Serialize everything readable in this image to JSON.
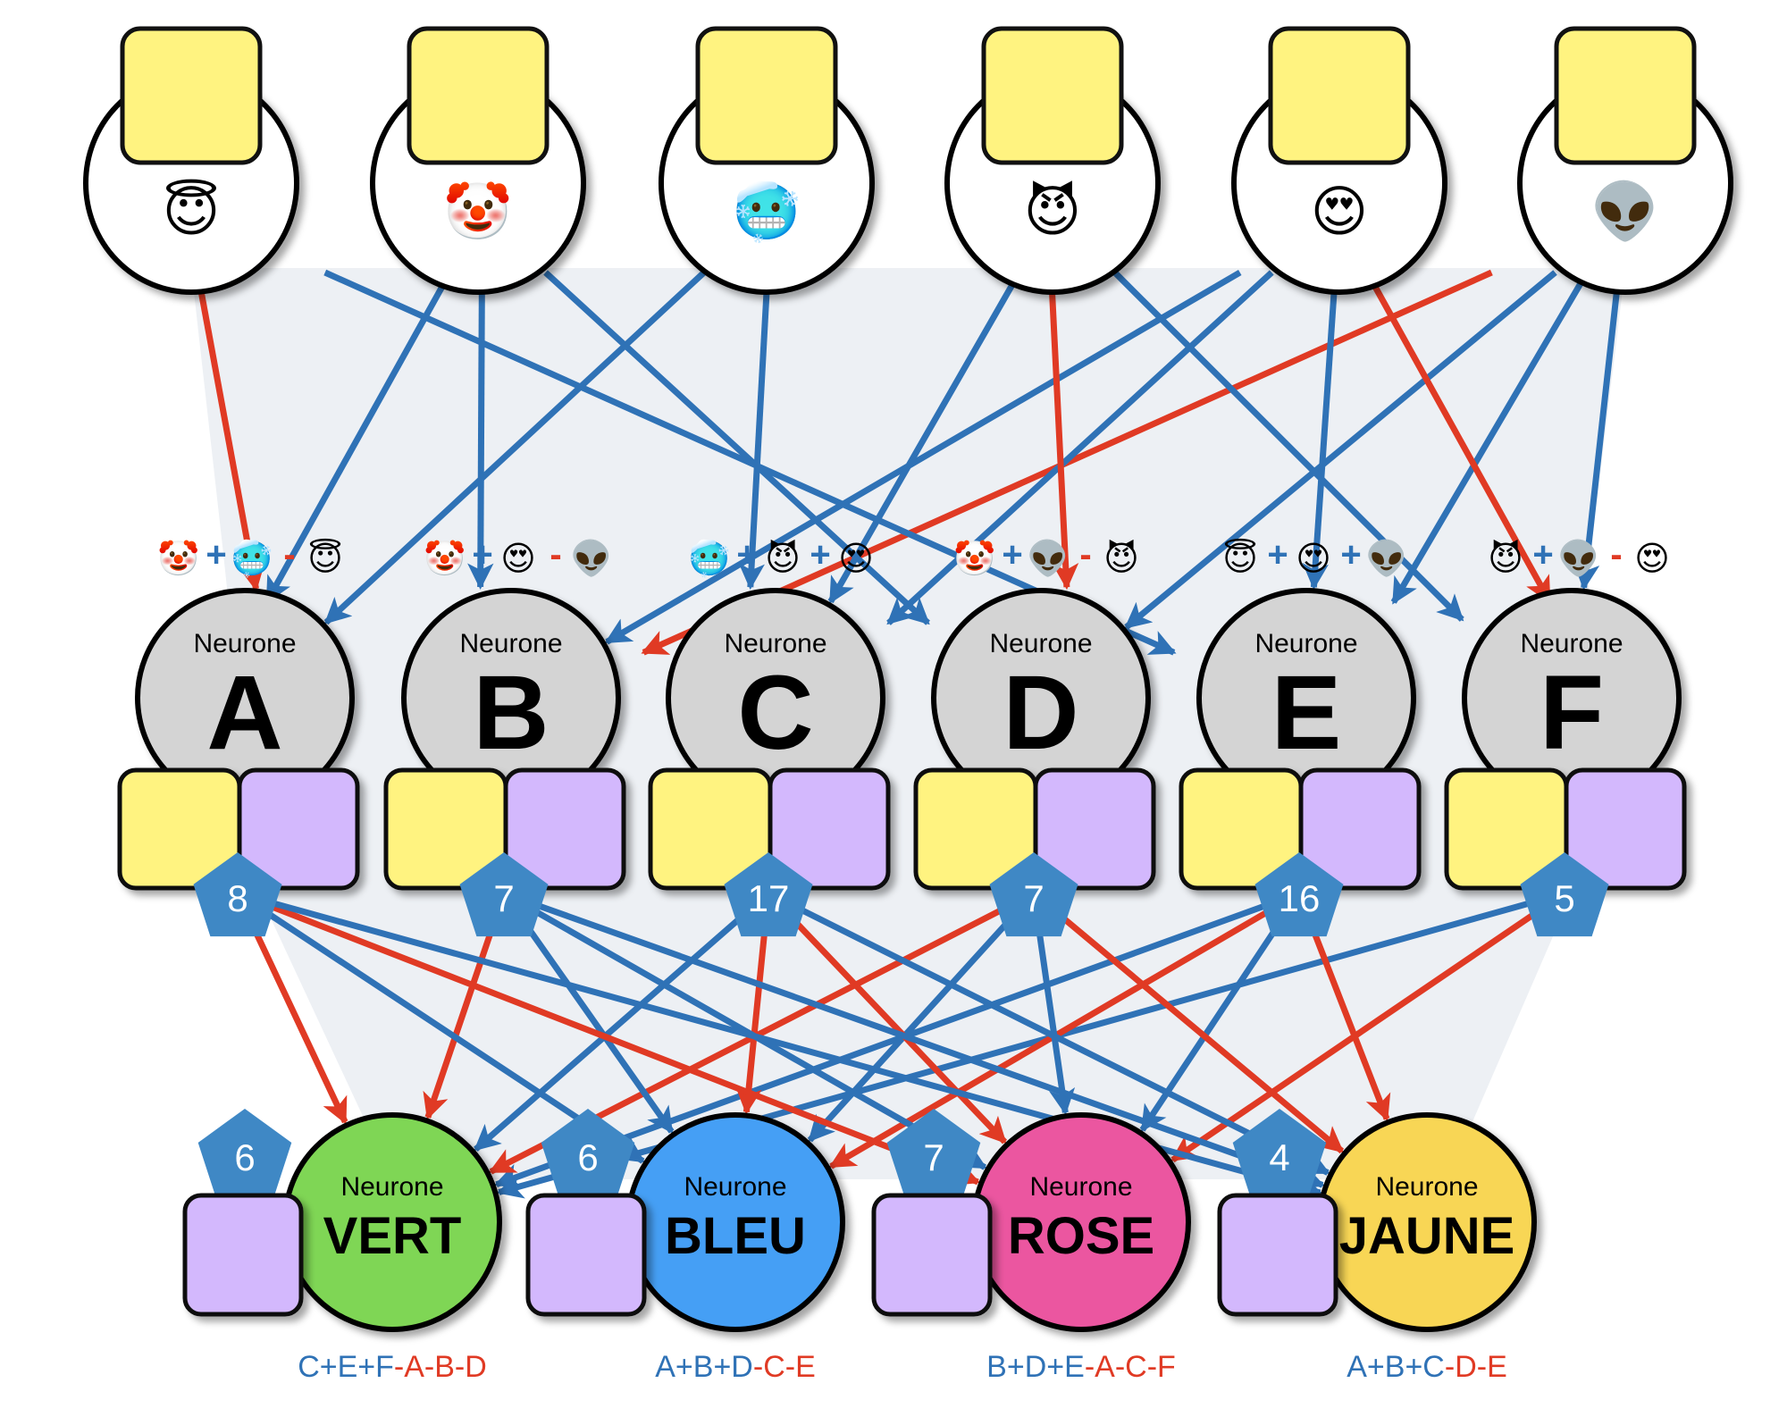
{
  "colors": {
    "positive": "#2f72b6",
    "negative": "#e03a24",
    "background_region": "#edf0f4",
    "pentagon": "#3f88c5",
    "card_yellow": "#fff380",
    "card_purple": "#d3b8fd",
    "hidden_neuron": "#d4d4d4",
    "input_neuron": "#ffffff"
  },
  "inputs": [
    {
      "id": "angel",
      "emoji": "😇",
      "icon": "smiling-face-with-halo-icon"
    },
    {
      "id": "clown",
      "emoji": "🤡",
      "icon": "clown-face-icon"
    },
    {
      "id": "cold",
      "emoji": "🥶",
      "icon": "cold-face-icon"
    },
    {
      "id": "devil",
      "emoji": "😈",
      "icon": "smiling-devil-icon"
    },
    {
      "id": "heart",
      "emoji": "😍",
      "icon": "heart-eyes-icon"
    },
    {
      "id": "alien",
      "emoji": "👽",
      "icon": "alien-icon"
    }
  ],
  "hidden": [
    {
      "id": "A",
      "caption": "Neurone",
      "letter": "A",
      "count": "8",
      "formula": [
        {
          "sign": "",
          "input": "clown"
        },
        {
          "sign": "+",
          "input": "cold"
        },
        {
          "sign": "-",
          "input": "angel"
        }
      ]
    },
    {
      "id": "B",
      "caption": "Neurone",
      "letter": "B",
      "count": "7",
      "formula": [
        {
          "sign": "",
          "input": "clown"
        },
        {
          "sign": "+",
          "input": "heart"
        },
        {
          "sign": "-",
          "input": "alien"
        }
      ]
    },
    {
      "id": "C",
      "caption": "Neurone",
      "letter": "C",
      "count": "17",
      "formula": [
        {
          "sign": "",
          "input": "cold"
        },
        {
          "sign": "+",
          "input": "devil"
        },
        {
          "sign": "+",
          "input": "heart"
        }
      ]
    },
    {
      "id": "D",
      "caption": "Neurone",
      "letter": "D",
      "count": "7",
      "formula": [
        {
          "sign": "",
          "input": "clown"
        },
        {
          "sign": "+",
          "input": "alien"
        },
        {
          "sign": "-",
          "input": "devil"
        }
      ]
    },
    {
      "id": "E",
      "caption": "Neurone",
      "letter": "E",
      "count": "16",
      "formula": [
        {
          "sign": "",
          "input": "angel"
        },
        {
          "sign": "+",
          "input": "heart"
        },
        {
          "sign": "+",
          "input": "alien"
        }
      ]
    },
    {
      "id": "F",
      "caption": "Neurone",
      "letter": "F",
      "count": "5",
      "formula": [
        {
          "sign": "",
          "input": "devil"
        },
        {
          "sign": "+",
          "input": "alien"
        },
        {
          "sign": "-",
          "input": "heart"
        }
      ]
    }
  ],
  "outputs": [
    {
      "id": "vert",
      "caption": "Neurone",
      "label": "VERT",
      "color": "#7fd655",
      "count": "6",
      "formula": [
        {
          "sign": "",
          "term": "C"
        },
        {
          "sign": "+",
          "term": "E"
        },
        {
          "sign": "+",
          "term": "F"
        },
        {
          "sign": "-",
          "term": "A"
        },
        {
          "sign": "-",
          "term": "B"
        },
        {
          "sign": "-",
          "term": "D"
        }
      ]
    },
    {
      "id": "bleu",
      "caption": "Neurone",
      "label": "BLEU",
      "color": "#459ff5",
      "count": "6",
      "formula": [
        {
          "sign": "",
          "term": "A"
        },
        {
          "sign": "+",
          "term": "B"
        },
        {
          "sign": "+",
          "term": "D"
        },
        {
          "sign": "-",
          "term": "C"
        },
        {
          "sign": "-",
          "term": "E"
        }
      ]
    },
    {
      "id": "rose",
      "caption": "Neurone",
      "label": "ROSE",
      "color": "#eb56a0",
      "count": "7",
      "formula": [
        {
          "sign": "",
          "term": "B"
        },
        {
          "sign": "+",
          "term": "D"
        },
        {
          "sign": "+",
          "term": "E"
        },
        {
          "sign": "-",
          "term": "A"
        },
        {
          "sign": "-",
          "term": "C"
        },
        {
          "sign": "-",
          "term": "F"
        }
      ]
    },
    {
      "id": "jaune",
      "caption": "Neurone",
      "label": "JAUNE",
      "color": "#f8d655",
      "count": "4",
      "formula": [
        {
          "sign": "",
          "term": "A"
        },
        {
          "sign": "+",
          "term": "B"
        },
        {
          "sign": "+",
          "term": "C"
        },
        {
          "sign": "-",
          "term": "D"
        },
        {
          "sign": "-",
          "term": "E"
        }
      ]
    }
  ]
}
